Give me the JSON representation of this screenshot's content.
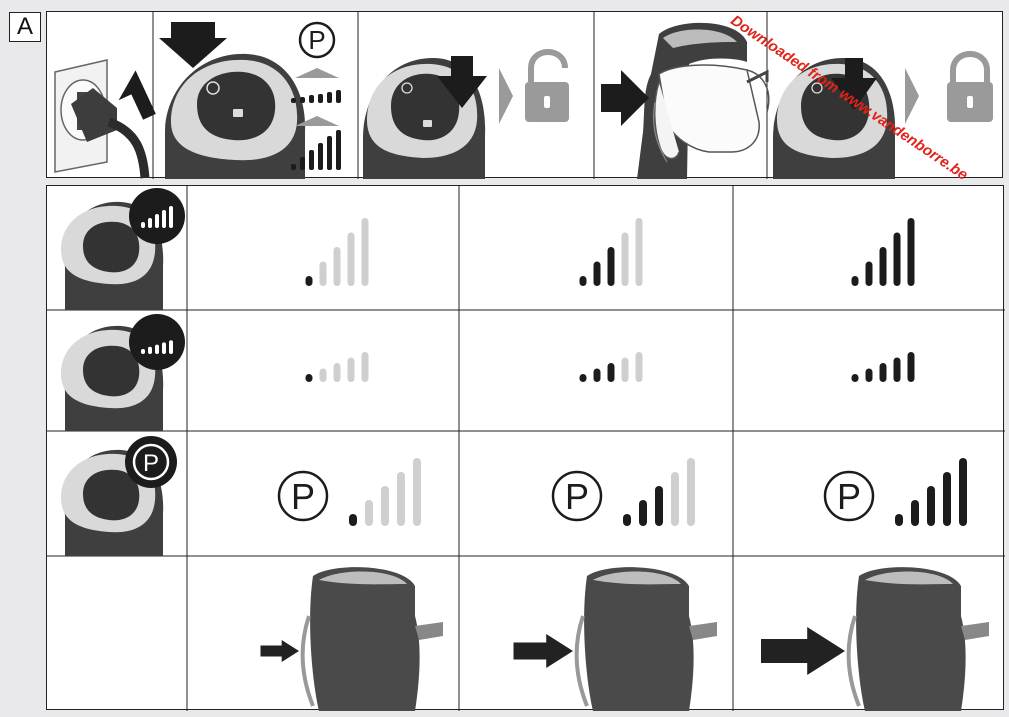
{
  "figure_label": "A",
  "watermark": "Downloaded from www.vandenborre.be",
  "icons": {
    "plug": "plug-into-socket-icon",
    "lock_open": "unlocked-padlock-icon",
    "lock_closed": "locked-padlock-icon",
    "program": "program-p-icon",
    "bars": "steam-level-bars-icon",
    "arrow": "press-arrow-icon"
  },
  "top_panels": [
    "plug-in",
    "press-power-button",
    "unlock",
    "squeeze-trigger",
    "lock"
  ],
  "rows": [
    {
      "name": "steam-level-setting",
      "levels": [
        1,
        3,
        5
      ]
    },
    {
      "name": "steam-flow-setting",
      "levels": [
        1,
        3,
        5
      ]
    },
    {
      "name": "program-mode",
      "symbol": "P",
      "levels": [
        1,
        3,
        5
      ]
    },
    {
      "name": "trigger-pressure",
      "levels": [
        1,
        2,
        3
      ]
    }
  ],
  "colors": {
    "dark": "#1c1c1c",
    "light": "#cfcfcf",
    "arrow": "#222222",
    "lock": "#9a9a9a",
    "device": "#4a4a4a",
    "watermark": "#e2231a"
  }
}
